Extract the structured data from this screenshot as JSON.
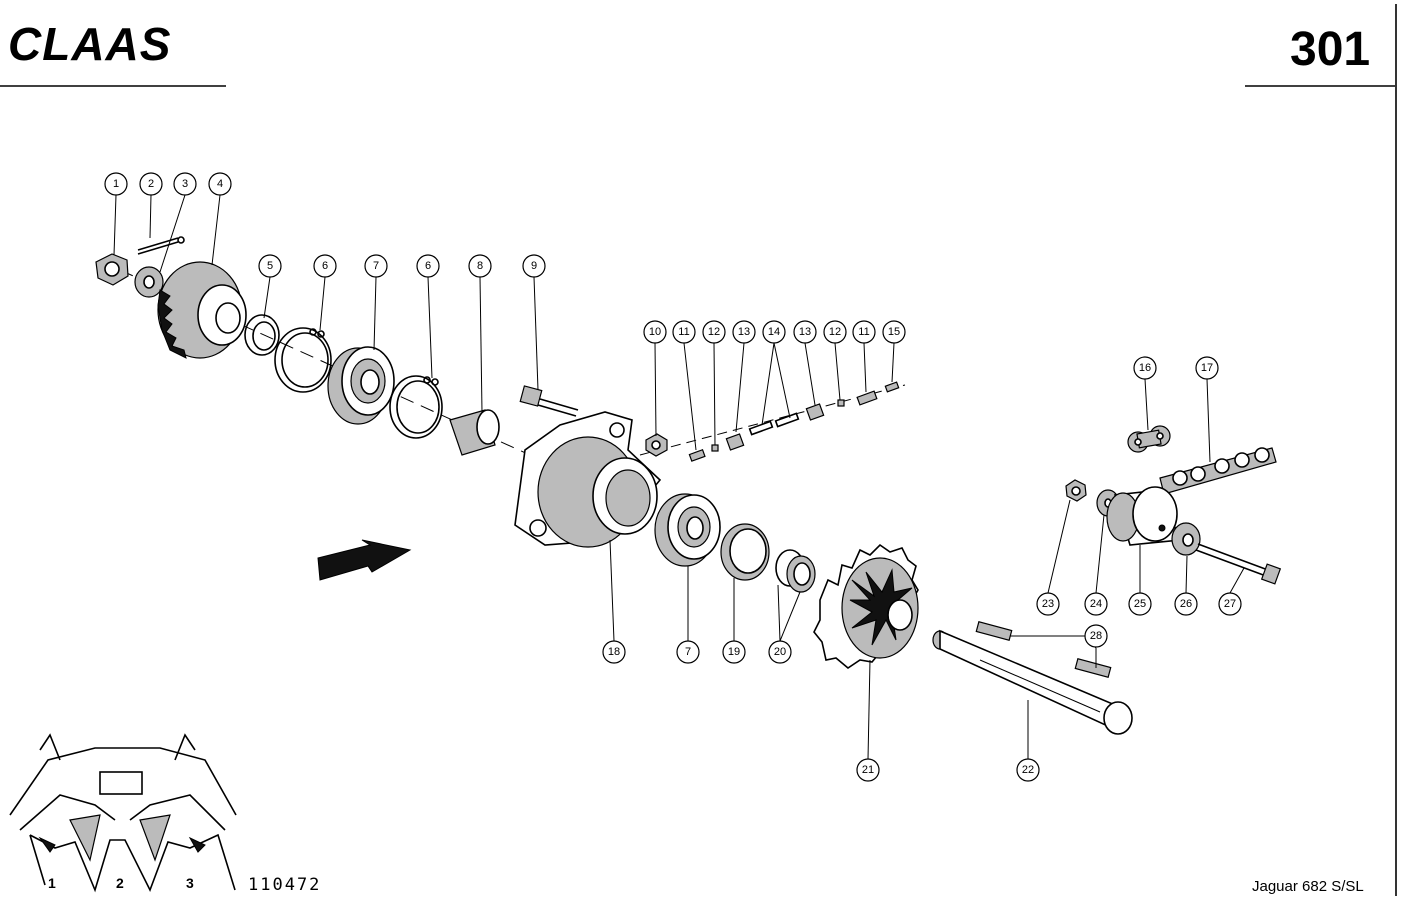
{
  "header": {
    "brand": "CLAAS",
    "page_number": "301"
  },
  "footer": {
    "drawing_number": "110472",
    "model": "Jaguar 682 S/SL",
    "view_positions": [
      "1",
      "2",
      "3"
    ]
  },
  "callouts": [
    "1",
    "2",
    "3",
    "4",
    "5",
    "6",
    "7",
    "6",
    "8",
    "9",
    "10",
    "11",
    "12",
    "13",
    "14",
    "13",
    "12",
    "11",
    "15",
    "16",
    "17",
    "18",
    "7",
    "19",
    "20",
    "21",
    "22",
    "23",
    "24",
    "25",
    "26",
    "27",
    "28"
  ]
}
